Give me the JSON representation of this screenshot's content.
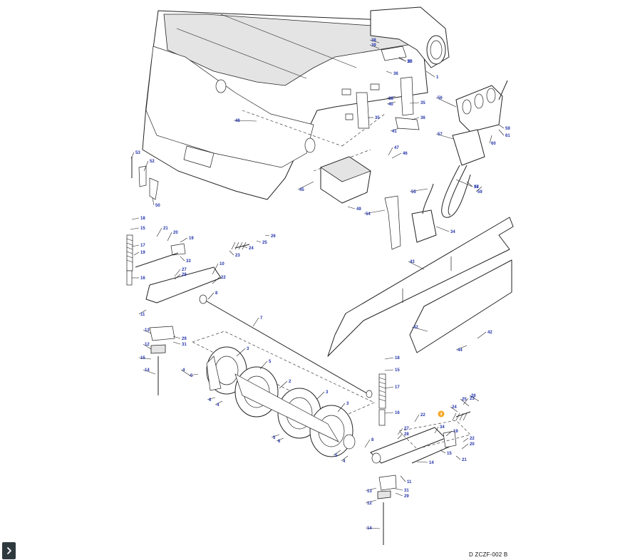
{
  "drawing_code": "D ZCZF-002 B",
  "expand_button": {
    "icon": "chevron-right-icon"
  },
  "highlight_color": "#f5a623",
  "highlight_label": "9",
  "callouts": [
    {
      "label": "1"
    },
    {
      "label": "3"
    },
    {
      "label": "5"
    },
    {
      "label": "2"
    },
    {
      "label": "3"
    },
    {
      "label": "3"
    },
    {
      "label": "4"
    },
    {
      "label": "5"
    },
    {
      "label": "6"
    },
    {
      "label": "4"
    },
    {
      "label": "5"
    },
    {
      "label": "6"
    },
    {
      "label": "5"
    },
    {
      "label": "4"
    },
    {
      "label": "7"
    },
    {
      "label": "8"
    },
    {
      "label": "8"
    },
    {
      "label": "10"
    },
    {
      "label": "11"
    },
    {
      "label": "11"
    },
    {
      "label": "12"
    },
    {
      "label": "12"
    },
    {
      "label": "13"
    },
    {
      "label": "13"
    },
    {
      "label": "14"
    },
    {
      "label": "14"
    },
    {
      "label": "14"
    },
    {
      "label": "15"
    },
    {
      "label": "15"
    },
    {
      "label": "15"
    },
    {
      "label": "15"
    },
    {
      "label": "16"
    },
    {
      "label": "16"
    },
    {
      "label": "17"
    },
    {
      "label": "17"
    },
    {
      "label": "18"
    },
    {
      "label": "18"
    },
    {
      "label": "19"
    },
    {
      "label": "19"
    },
    {
      "label": "19"
    },
    {
      "label": "20"
    },
    {
      "label": "20"
    },
    {
      "label": "21"
    },
    {
      "label": "21"
    },
    {
      "label": "22"
    },
    {
      "label": "22"
    },
    {
      "label": "22"
    },
    {
      "label": "23"
    },
    {
      "label": "23"
    },
    {
      "label": "24"
    },
    {
      "label": "24"
    },
    {
      "label": "25"
    },
    {
      "label": "25"
    },
    {
      "label": "26"
    },
    {
      "label": "26"
    },
    {
      "label": "27"
    },
    {
      "label": "27"
    },
    {
      "label": "28"
    },
    {
      "label": "28"
    },
    {
      "label": "29"
    },
    {
      "label": "29"
    },
    {
      "label": "31"
    },
    {
      "label": "31"
    },
    {
      "label": "33"
    },
    {
      "label": "34"
    },
    {
      "label": "34"
    },
    {
      "label": "35"
    },
    {
      "label": "35"
    },
    {
      "label": "36"
    },
    {
      "label": "36"
    },
    {
      "label": "36"
    },
    {
      "label": "37"
    },
    {
      "label": "37"
    },
    {
      "label": "38"
    },
    {
      "label": "38"
    },
    {
      "label": "39"
    },
    {
      "label": "40"
    },
    {
      "label": "41"
    },
    {
      "label": "42"
    },
    {
      "label": "42"
    },
    {
      "label": "43"
    },
    {
      "label": "44"
    },
    {
      "label": "45"
    },
    {
      "label": "46"
    },
    {
      "label": "47"
    },
    {
      "label": "48"
    },
    {
      "label": "49"
    },
    {
      "label": "50"
    },
    {
      "label": "52"
    },
    {
      "label": "53"
    },
    {
      "label": "54"
    },
    {
      "label": "55"
    },
    {
      "label": "56"
    },
    {
      "label": "57"
    },
    {
      "label": "58"
    },
    {
      "label": "59"
    },
    {
      "label": "59"
    },
    {
      "label": "60"
    },
    {
      "label": "61"
    }
  ]
}
